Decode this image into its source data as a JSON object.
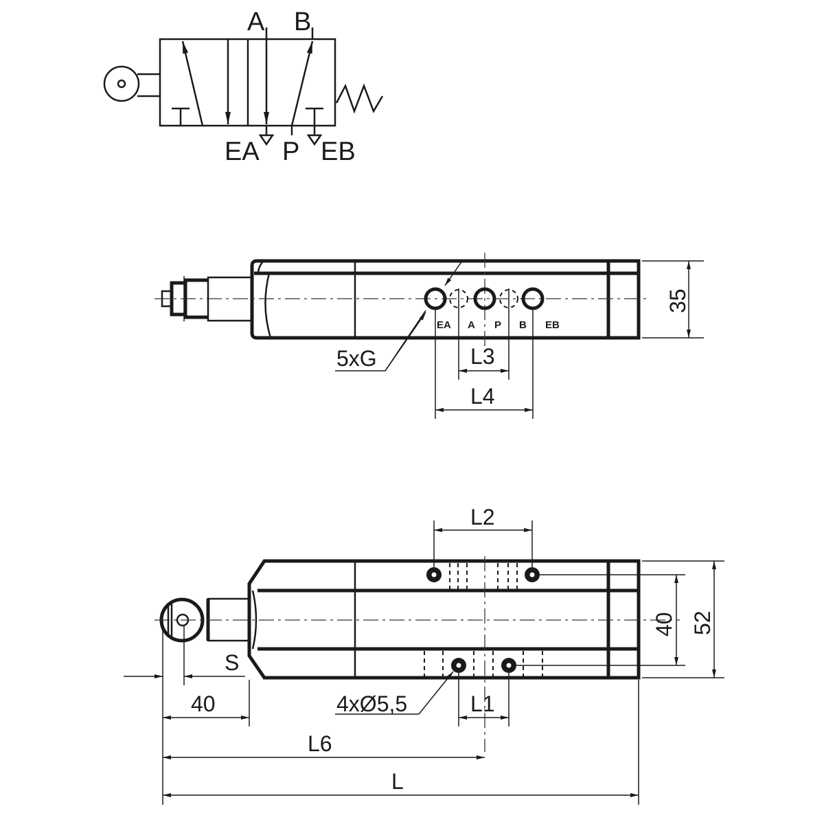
{
  "symbol": {
    "port_a": "A",
    "port_b": "B",
    "port_ea": "EA",
    "port_p": "P",
    "port_eb": "EB"
  },
  "side_view": {
    "port_labels": [
      "EA",
      "A",
      "P",
      "B",
      "EB"
    ],
    "thread_callout": "5xG",
    "dim_l3": "L3",
    "dim_l4": "L4",
    "dim_height": "35"
  },
  "top_view": {
    "dim_l2": "L2",
    "dim_inner_height": "40",
    "dim_outer_height": "52",
    "dim_s": "S",
    "dim_40": "40",
    "hole_callout": "4xØ5,5",
    "dim_l1": "L1",
    "dim_l6": "L6",
    "dim_l": "L"
  }
}
